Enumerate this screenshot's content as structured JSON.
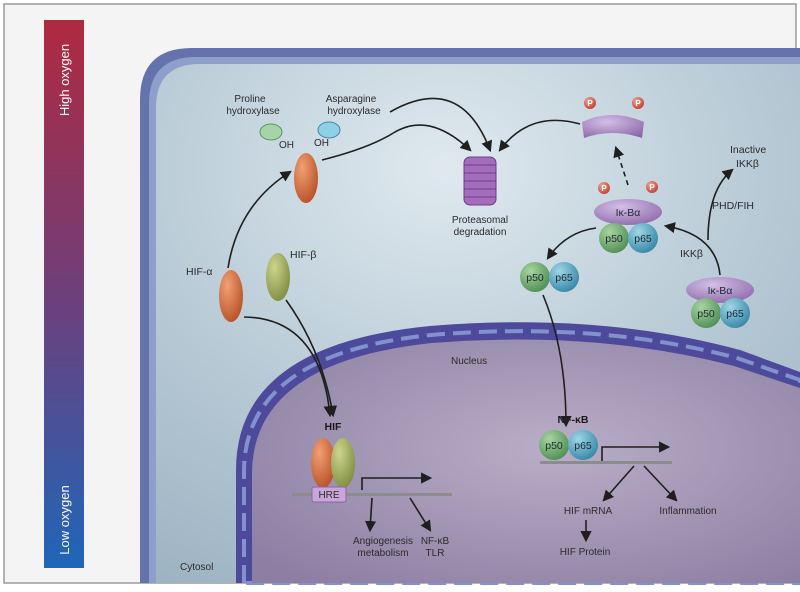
{
  "oxygen_bar": {
    "high_label": "High oxygen",
    "low_label": "Low oxygen",
    "colors": {
      "high": "#b02a3e",
      "mid": "#6f3f7a",
      "low": "#1f66b8"
    }
  },
  "labels": {
    "proline_line1": "Proline",
    "proline_line2": "hydroxylase",
    "asparagine_line1": "Asparagine",
    "asparagine_line2": "hydroxylase",
    "oh_left": "OH",
    "oh_right": "OH",
    "hif_alpha": "HIF-α",
    "hif_beta": "HIF-β",
    "proteasome_line1": "Proteasomal",
    "proteasome_line2": "degradation",
    "phos_1": "P",
    "phos_2": "P",
    "phos_3": "P",
    "phos_4": "P",
    "ikba_upper": "Iκ-Bα",
    "ikba_lower": "Iκ-Bα",
    "p50_upper": "p50",
    "p65_upper": "p65",
    "p50_free": "p50",
    "p65_free": "p65",
    "p50_lower": "p50",
    "p65_lower": "p65",
    "p50_nucleus": "p50",
    "p65_nucleus": "p65",
    "inactive_line1": "Inactive",
    "inactive_line2": "IKKβ",
    "phd_fih": "PHD/FIH",
    "ikkb": "IKKβ",
    "nucleus": "Nucleus",
    "hif": "HIF",
    "hre": "HRE",
    "nfkb": "NF-κB",
    "angio_line1": "Angiogenesis",
    "angio_line2": "metabolism",
    "nfkb_tlr_line1": "NF-κB",
    "nfkb_tlr_line2": "TLR",
    "hif_mrna": "HIF mRNA",
    "inflammation": "Inflammation",
    "hif_protein": "HIF Protein",
    "cytosol": "Cytosol"
  },
  "colors": {
    "cytoplasm": "#b9cbd6",
    "membrane": "#5a6ba8",
    "nucleus": "#9a8fae",
    "hif_alpha": "#d8693a",
    "hif_beta": "#a3ad5e",
    "p50": "#6aa56b",
    "p65": "#4aa0bd",
    "ikba": "#a887c4",
    "phosphate": "#d9574a",
    "proteasome": "#9c5cb0"
  }
}
